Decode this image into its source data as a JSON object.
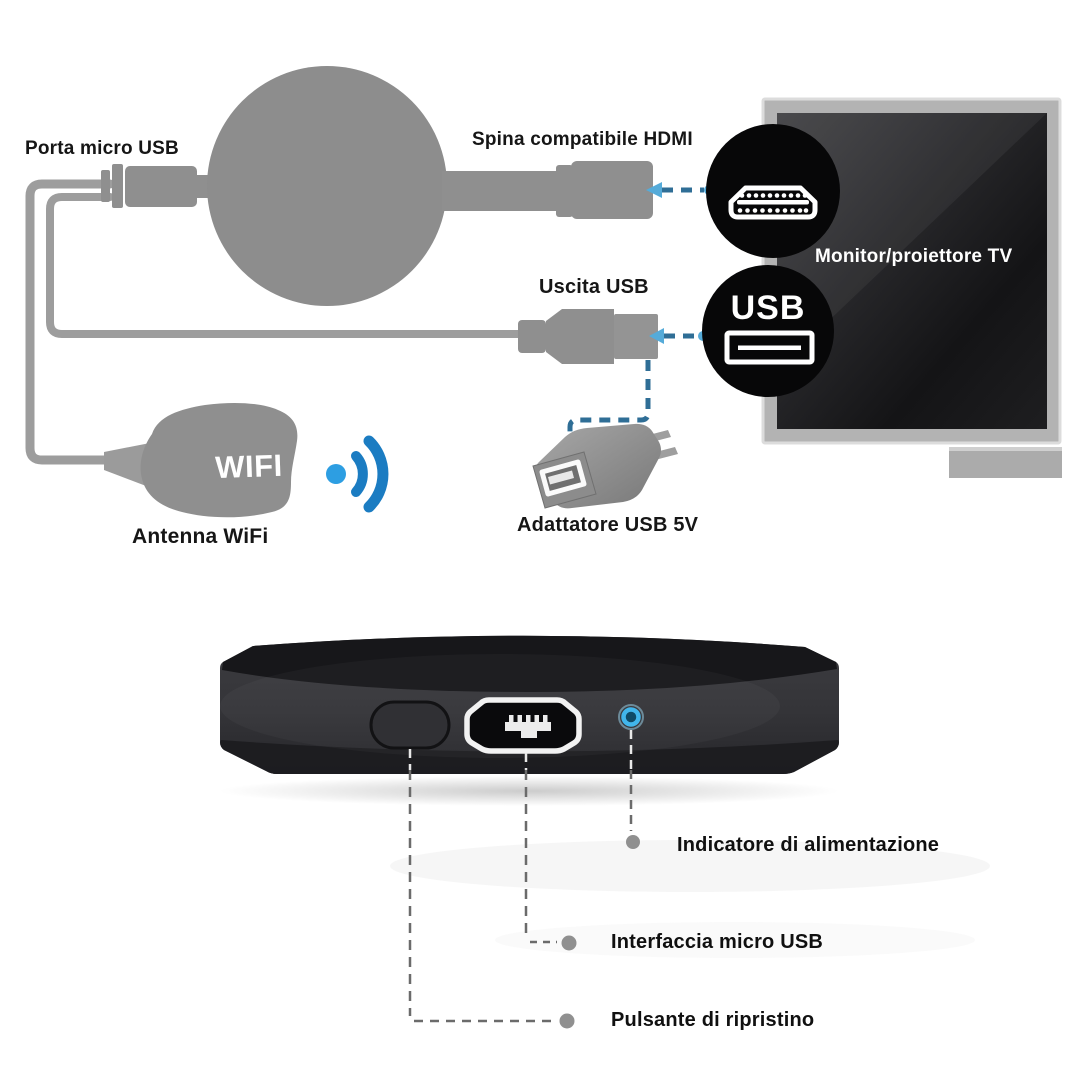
{
  "labels": {
    "porta_micro_usb": "Porta micro USB",
    "spina_hdmi": "Spina compatibile HDMI",
    "uscita_usb": "Uscita USB",
    "monitor_tv": "Monitor/proiettore TV",
    "antenna_wifi": "Antenna WiFi",
    "adattatore_usb": "Adattatore USB 5V",
    "wifi_badge": "WIFI",
    "usb_badge": "USB",
    "indicatore": "Indicatore di alimentazione",
    "interfaccia": "Interfaccia micro USB",
    "pulsante": "Pulsante di ripristino"
  },
  "icons": {
    "hdmi_port": "hdmi-port-icon",
    "usb_port": "usb-port-icon",
    "wifi_signal": "wifi-signal-icon",
    "power_led": "power-led-icon"
  },
  "colors": {
    "diagram_gray": "#8f8f8f",
    "cable_gray": "#9d9d9d",
    "dash_blue": "#2f6e96",
    "arrow_blue": "#55abd9",
    "wifi_arc_blue": "#1b7cc2",
    "wifi_dot_blue": "#2d9ee2",
    "led_blue": "#41b6ec",
    "port_circle_black": "#070708",
    "tv_frame_gray": "#b3b3b3",
    "device_body": "#2e2e32",
    "label_text": "#161616"
  }
}
